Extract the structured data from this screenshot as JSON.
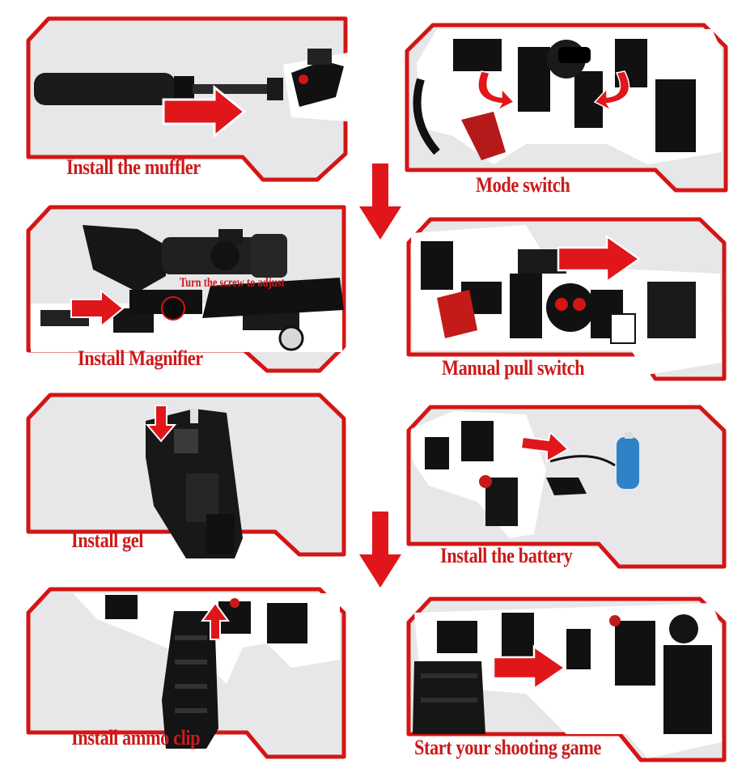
{
  "colors": {
    "frame_red": "#d41515",
    "panel_fill": "#e7e7e9",
    "arrow_red": "#e0161b",
    "caption_red": "#cc1a1a",
    "gun_black": "#161616"
  },
  "steps": [
    {
      "caption": "Install the muffler"
    },
    {
      "caption": "Mode switch"
    },
    {
      "caption": "Install Magnifier",
      "note": "Turn the screw to adjust"
    },
    {
      "caption": "Manual pull switch"
    },
    {
      "caption": "Install gel"
    },
    {
      "caption": "Install the battery"
    },
    {
      "caption": "Install ammo clip"
    },
    {
      "caption": "Start your shooting game"
    }
  ],
  "flow_arrows": [
    "down-arrow",
    "down-arrow"
  ]
}
